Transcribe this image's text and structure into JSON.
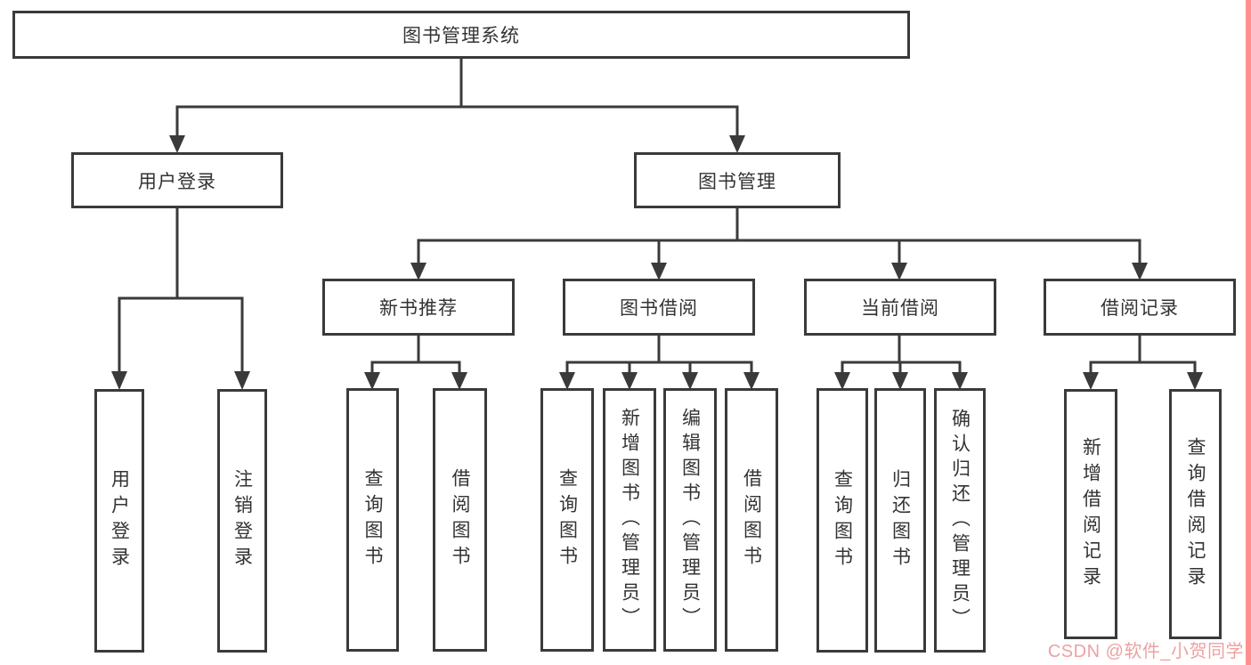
{
  "watermark": {
    "text": "CSDN @软件_小贺同学"
  },
  "colors": {
    "background": "#ffffff",
    "line": "#3a3a3a",
    "box_border": "#3a3a3a",
    "box_fill": "#ffffff",
    "text": "#333333",
    "watermark": "#ed9c9c",
    "right_edge_strip": "#ff8f8f"
  },
  "tree": {
    "label": "图书管理系统",
    "children": [
      {
        "label": "用户登录",
        "children": [
          {
            "label": "用户登录"
          },
          {
            "label": "注销登录"
          }
        ]
      },
      {
        "label": "图书管理",
        "children": [
          {
            "label": "新书推荐",
            "children": [
              {
                "label": "查询图书"
              },
              {
                "label": "借阅图书"
              }
            ]
          },
          {
            "label": "图书借阅",
            "children": [
              {
                "label": "查询图书"
              },
              {
                "label": "新增图书（管理员）"
              },
              {
                "label": "编辑图书（管理员）"
              },
              {
                "label": "借阅图书"
              }
            ]
          },
          {
            "label": "当前借阅",
            "children": [
              {
                "label": "查询图书"
              },
              {
                "label": "归还图书"
              },
              {
                "label": "确认归还（管理员）"
              }
            ]
          },
          {
            "label": "借阅记录",
            "children": [
              {
                "label": "新增借阅记录"
              },
              {
                "label": "查询借阅记录"
              }
            ]
          }
        ]
      }
    ]
  }
}
